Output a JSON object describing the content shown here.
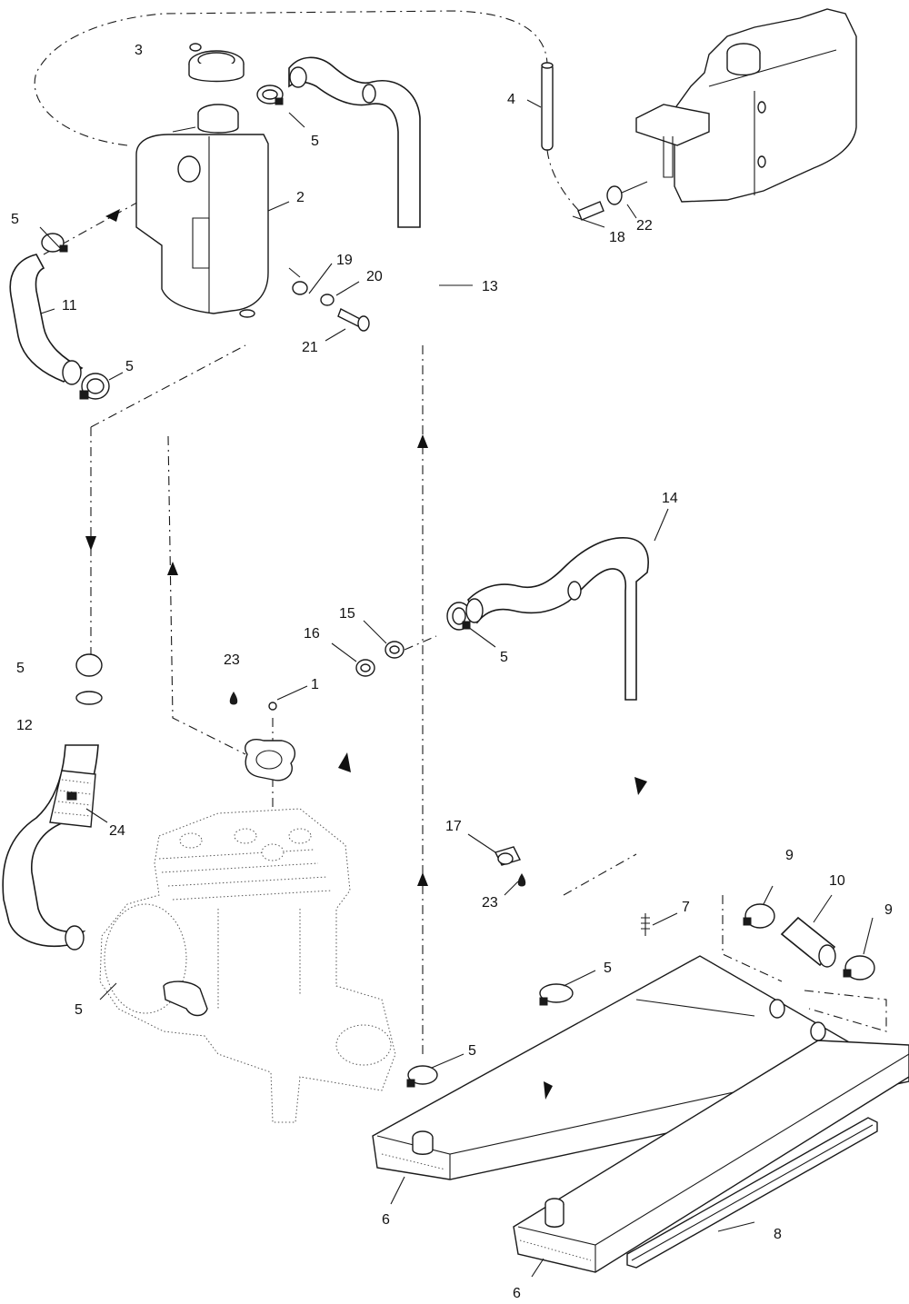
{
  "callouts": {
    "c1": "1",
    "c2": "2",
    "c3": "3",
    "c4": "4",
    "c5a": "5",
    "c5b": "5",
    "c5c": "5",
    "c5d": "5",
    "c5e": "5",
    "c5f": "5",
    "c5g": "5",
    "c5h": "5",
    "c6a": "6",
    "c6b": "6",
    "c7": "7",
    "c8": "8",
    "c9a": "9",
    "c9b": "9",
    "c10": "10",
    "c11": "11",
    "c12": "12",
    "c13": "13",
    "c14": "14",
    "c15": "15",
    "c16": "16",
    "c17": "17",
    "c18": "18",
    "c19": "19",
    "c20": "20",
    "c21": "21",
    "c22": "22",
    "c23a": "23",
    "c23b": "23",
    "c24": "24"
  }
}
